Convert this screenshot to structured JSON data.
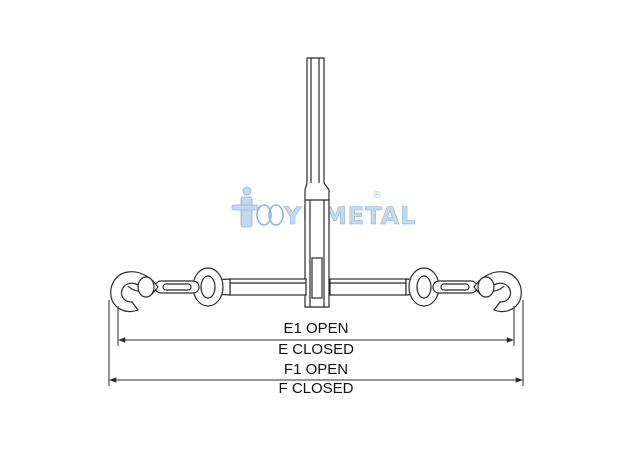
{
  "diagram": {
    "labels": {
      "e1": "E1 OPEN",
      "e": "E CLOSED",
      "f1": "F1 OPEN",
      "f": "F CLOSED"
    },
    "watermark": {
      "text": "YUMETAL",
      "registered": "®"
    },
    "colors": {
      "line": "#2b2b2b",
      "watermark_fill": "#b9d3ec",
      "watermark_stroke": "#7ea7cf",
      "background": "#ffffff"
    }
  }
}
